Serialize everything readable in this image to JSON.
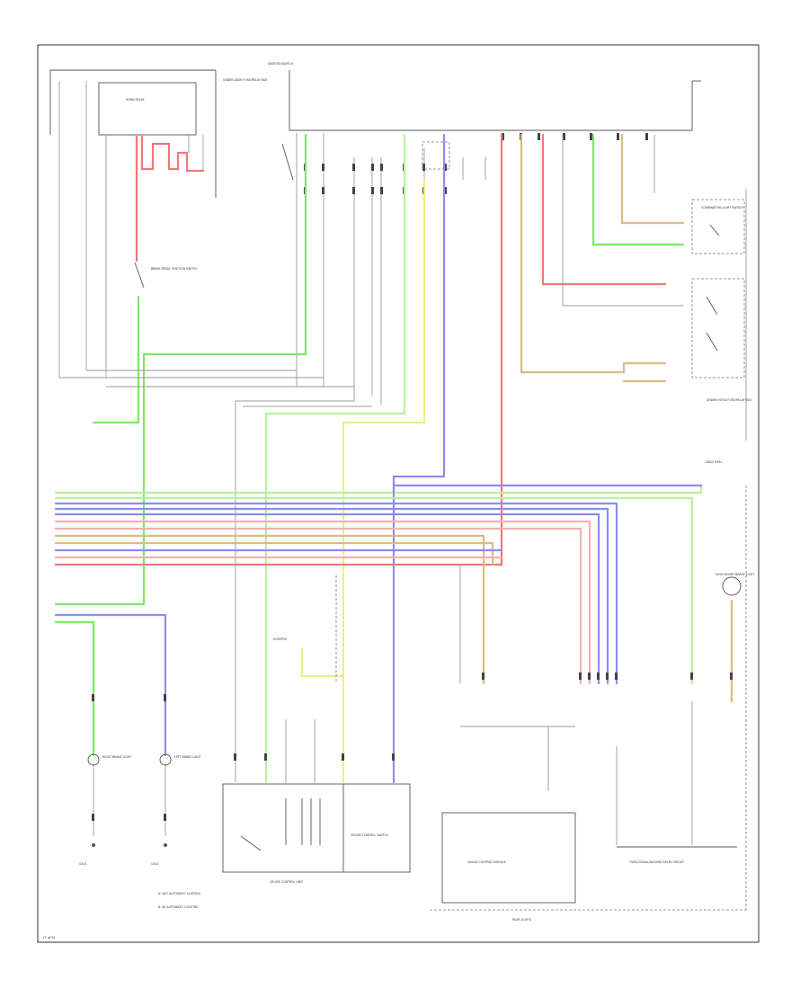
{
  "colors": {
    "green": "#7de86a",
    "blue": "#8c8cf2",
    "red": "#f07878",
    "pink": "#f2b0b0",
    "yellow": "#f0ee80",
    "tan": "#d8bc82",
    "lightgreen": "#b6f0a0",
    "gray": "#9a9a9a"
  },
  "labels": {
    "page_number": "(7 of 8)",
    "fuse_box_caption": "UNDER-DASH FUSE/RELAY BOX",
    "fuse_box_caption_right": "UNDER-HOOD FUSE/RELAY BOX",
    "horn_relay": "HORN RELAY",
    "ignition_top": "IGNITION SWITCH",
    "brake_pedal_switch": "BRAKE PEDAL POSITION SWITCH",
    "combination_switch": "COMBINATION LIGHT SWITCH",
    "cable_reel": "CABLE REEL",
    "rear_lights": "REAR LIGHTS",
    "right_brake_light": "RIGHT BRAKE LIGHT",
    "left_brake_light": "LEFT BRAKE LIGHT",
    "cruise_control_unit": "CRUISE CONTROL UNIT",
    "cruise_control_switch": "CRUISE CONTROL SWITCH",
    "ecm_pcm": "ECM/PCM",
    "gauge_control_module": "GAUGE CONTROL MODULE",
    "high_mount": "HIGH MOUNT BRAKE LIGHT",
    "turn_signal_hazard": "TURN SIGNAL/HAZARD RELAY CIRCUIT",
    "note_a": "A: W/O AUTOMATIC LIGHTING",
    "note_b": "B: W/ AUTOMATIC LIGHTING",
    "ground_left": "G401",
    "ground_right": "G402"
  }
}
